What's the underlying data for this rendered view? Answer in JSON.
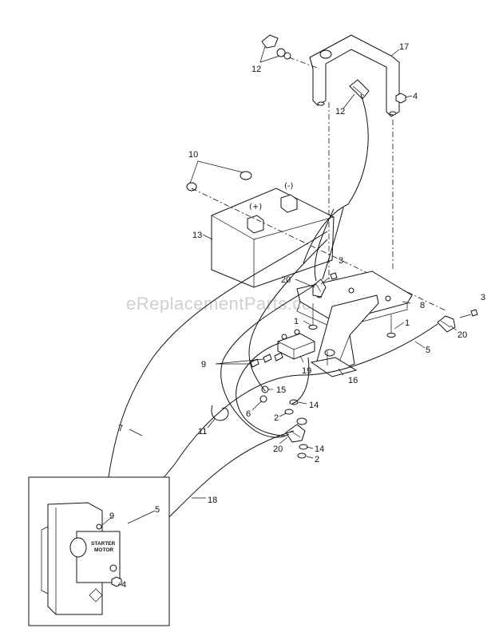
{
  "watermark": "eReplacementParts.com",
  "battery": {
    "positive_sign": "(+)",
    "negative_sign": "(-)"
  },
  "starter_motor": {
    "line1": "STARTER",
    "line2": "MOTOR"
  },
  "callouts": {
    "c12a": "12",
    "c12b": "12",
    "c17": "17",
    "c4a": "4",
    "c10": "10",
    "c13": "13",
    "c3a": "3",
    "c20a": "20",
    "c8": "8",
    "c3b": "3",
    "c1a": "1",
    "c1b": "1",
    "c20b": "20",
    "c5a": "5",
    "c9a": "9",
    "c19": "19",
    "c16": "16",
    "c15": "15",
    "c14a": "14",
    "c6": "6",
    "c2a": "2",
    "c11": "11",
    "c7": "7",
    "c20c": "20",
    "c14b": "14",
    "c2b": "2",
    "c18": "18",
    "c9b": "9",
    "c5b": "5",
    "c4b": "4"
  }
}
